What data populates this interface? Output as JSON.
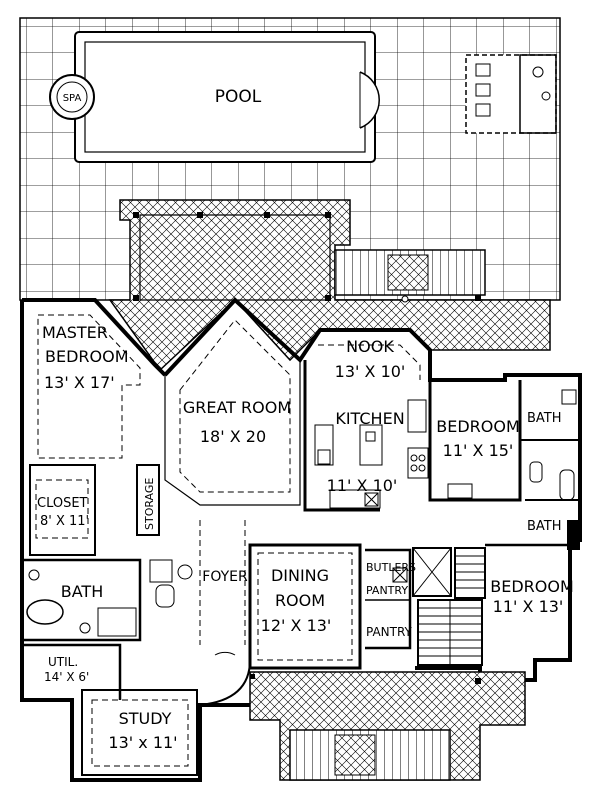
{
  "rooms": {
    "pool": {
      "name": "POOL"
    },
    "spa": {
      "name": "SPA"
    },
    "master_bedroom": {
      "name_line1": "MASTER",
      "name_line2": "BEDROOM",
      "size": "13' X 17'"
    },
    "great_room": {
      "name": "GREAT ROOM",
      "size": "18' X 20"
    },
    "nook": {
      "name": "NOOK",
      "size": "13' X 10'"
    },
    "kitchen": {
      "name": "KITCHEN",
      "size": "11' X 10'"
    },
    "bedroom_2": {
      "name": "BEDROOM",
      "size": "11' X 15'"
    },
    "bath_2": {
      "name": "BATH"
    },
    "bath_3": {
      "name": "BATH"
    },
    "closet": {
      "name": "CLOSET",
      "size": "8' X 11'"
    },
    "storage": {
      "name": "STORAGE"
    },
    "bath_master": {
      "name": "BATH"
    },
    "foyer": {
      "name": "FOYER"
    },
    "dining_room": {
      "name": "DINING",
      "name_line2": "ROOM",
      "size": "12' X 13'"
    },
    "butlers_pantry": {
      "name_line1": "BUTLERS",
      "name_line2": "PANTRY"
    },
    "pantry": {
      "name": "PANTRY"
    },
    "bedroom_3": {
      "name": "BEDROOM",
      "size": "11' X 13'"
    },
    "util": {
      "name": "UTIL.",
      "size": "14' X 6'"
    },
    "study": {
      "name": "STUDY",
      "size": "13' x 11'"
    }
  }
}
